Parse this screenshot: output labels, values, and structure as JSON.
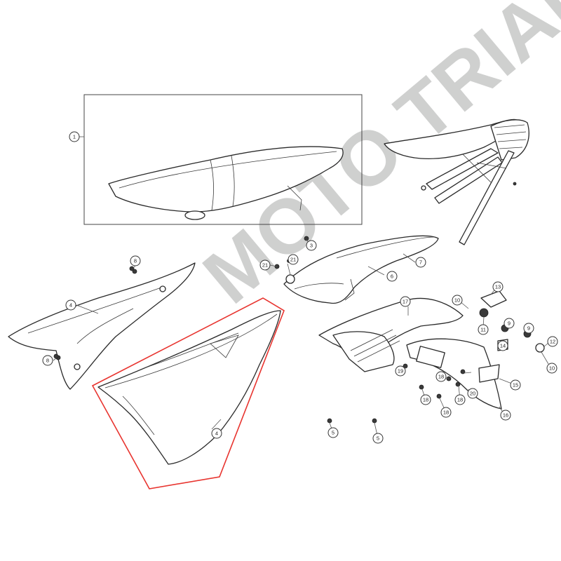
{
  "watermark": {
    "text": "MOTO TRIAL",
    "color_yellow": "#e9f0c6",
    "color_gray": "#a9aaa9"
  },
  "highlight": {
    "color": "#e8342f",
    "part_number": "4"
  },
  "callouts": [
    {
      "label": "1"
    },
    {
      "label": "3"
    },
    {
      "label": "21"
    },
    {
      "label": "21"
    },
    {
      "label": "6"
    },
    {
      "label": "7"
    },
    {
      "label": "8"
    },
    {
      "label": "4"
    },
    {
      "label": "8"
    },
    {
      "label": "4"
    },
    {
      "label": "17"
    },
    {
      "label": "10"
    },
    {
      "label": "13"
    },
    {
      "label": "11"
    },
    {
      "label": "9"
    },
    {
      "label": "9"
    },
    {
      "label": "12"
    },
    {
      "label": "14"
    },
    {
      "label": "10"
    },
    {
      "label": "19"
    },
    {
      "label": "18"
    },
    {
      "label": "18"
    },
    {
      "label": "18"
    },
    {
      "label": "18"
    },
    {
      "label": "20"
    },
    {
      "label": "15"
    },
    {
      "label": "16"
    },
    {
      "label": "5"
    },
    {
      "label": "5"
    }
  ]
}
